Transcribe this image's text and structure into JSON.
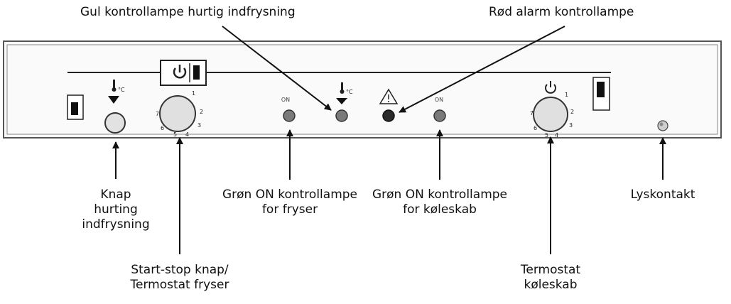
{
  "labels": {
    "yellow_lamp": "Gul kontrollampe hurtig indfrysning",
    "red_alarm": "Rød alarm kontrollampe",
    "quick_freeze_button": [
      "Knap",
      "hurting",
      "indfrysning"
    ],
    "green_on_freezer": [
      "Grøn ON kontrollampe",
      "for fryser"
    ],
    "green_on_fridge": [
      "Grøn ON kontrollampe",
      "for køleskab"
    ],
    "light_switch": "Lyskontakt",
    "freezer_thermostat": [
      "Start-stop knap/",
      "Termostat fryser"
    ],
    "fridge_thermostat": [
      "Termostat",
      "køleskab"
    ]
  },
  "panel": {
    "on_marking_freezer": "ON",
    "on_marking_fridge": "ON",
    "dial_freezer_numbers": [
      "1",
      "2",
      "3",
      "4",
      "5",
      "6",
      "7"
    ],
    "dial_fridge_numbers": [
      "1",
      "2",
      "3",
      "4",
      "5",
      "6",
      "7"
    ]
  },
  "colors": {
    "panel_border": "#555555",
    "lamp_grey": "#7a7a7a",
    "lamp_red": "#2a2a2a",
    "knob_fill": "#e0e0e0"
  }
}
